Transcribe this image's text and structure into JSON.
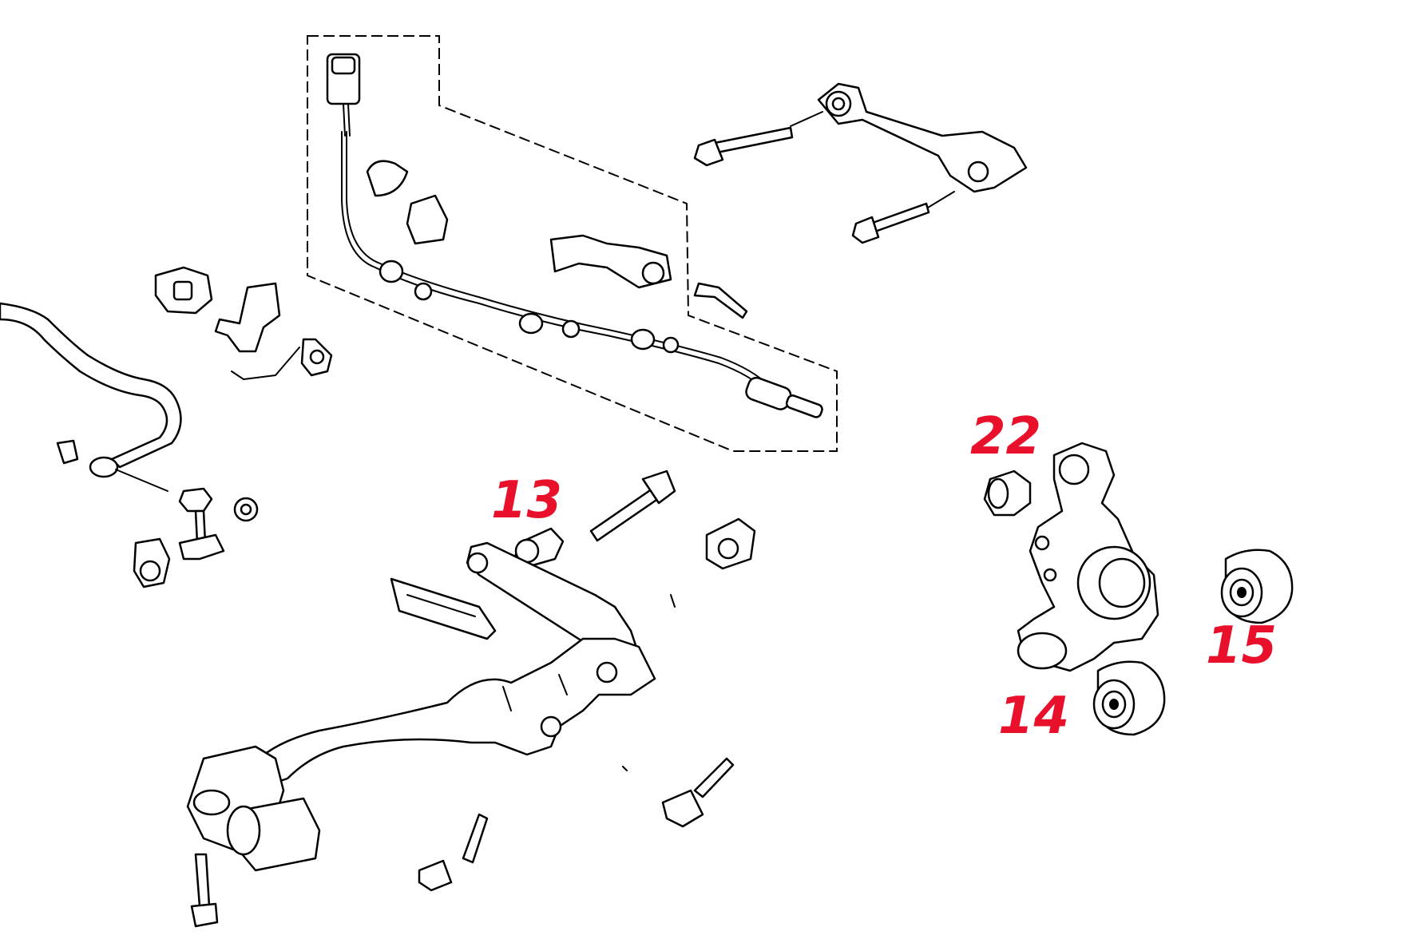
{
  "diagram": {
    "callouts": [
      {
        "id": "13",
        "text": "13"
      },
      {
        "id": "22",
        "text": "22"
      },
      {
        "id": "14",
        "text": "14"
      },
      {
        "id": "15",
        "text": "15"
      }
    ],
    "callout_color": "#e8102a",
    "line_color": "#000000",
    "background": "#ffffff"
  }
}
